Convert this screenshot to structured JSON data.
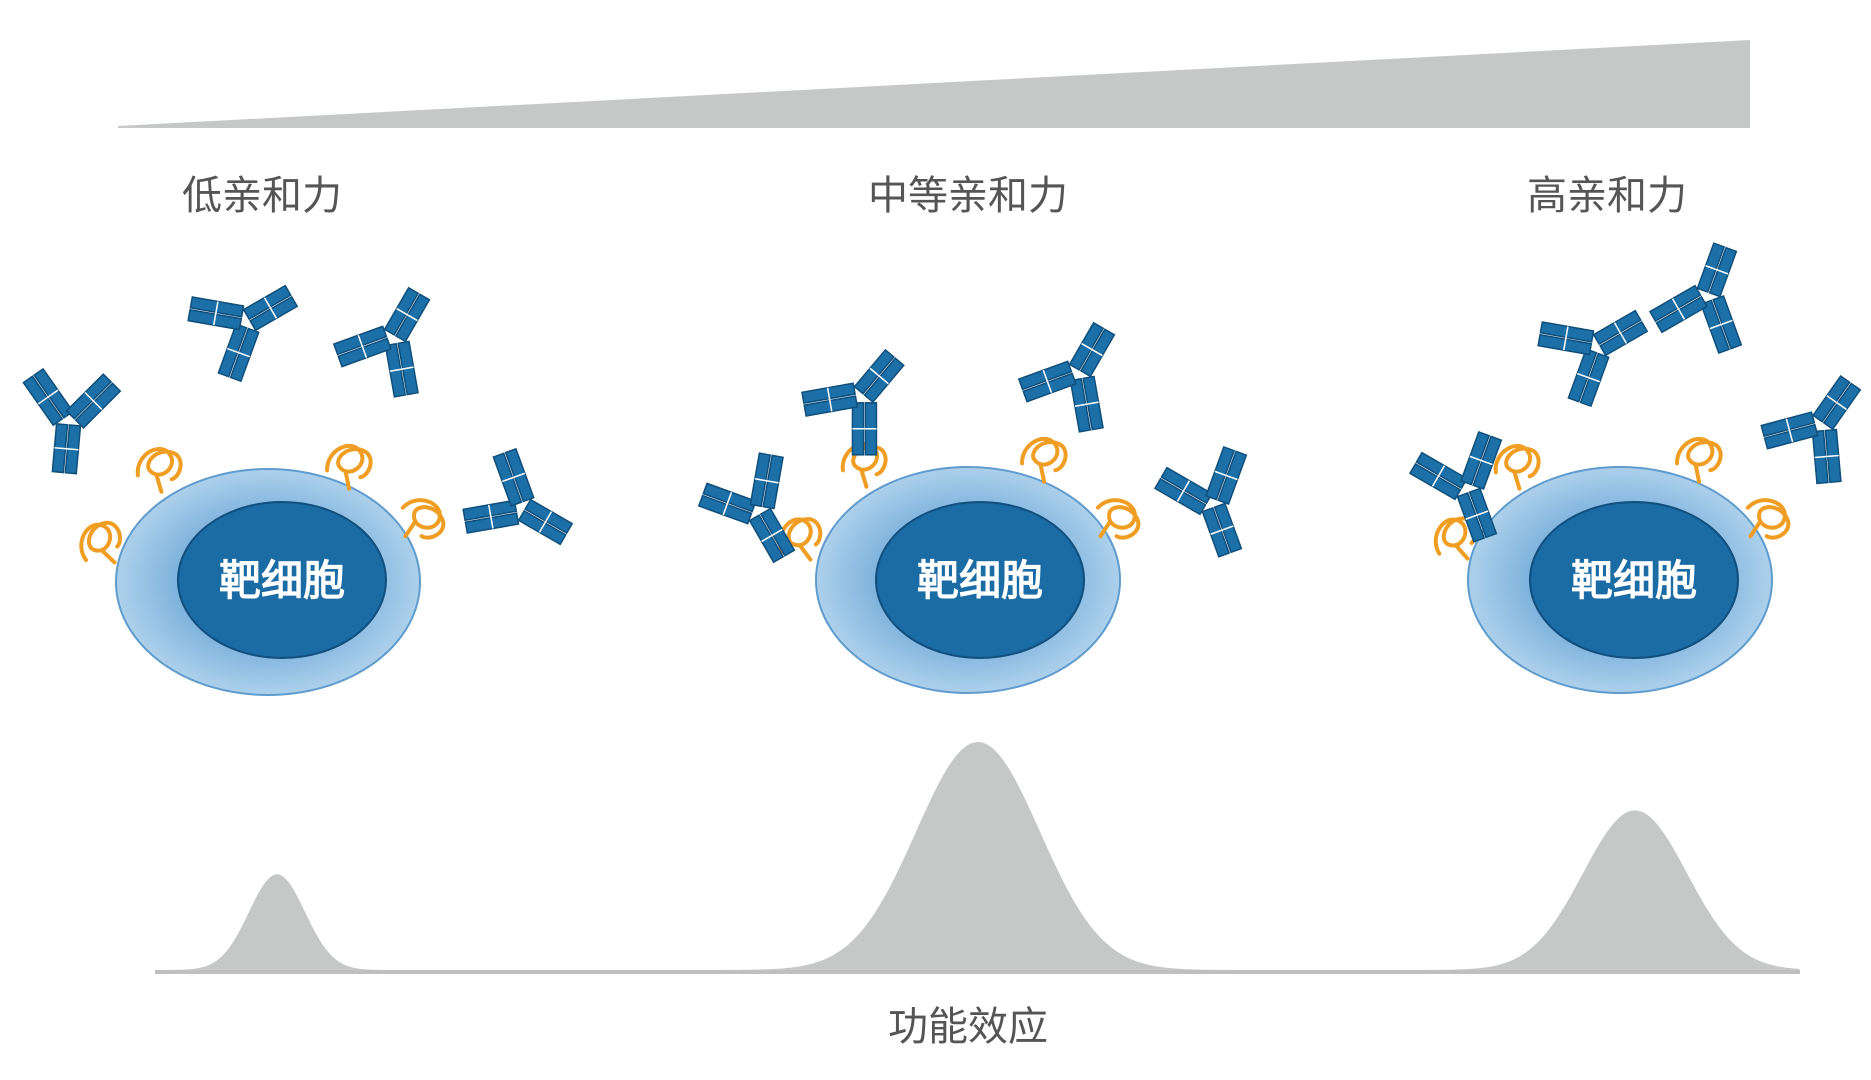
{
  "gradient_bar": {
    "direction": "increasing-left-to-right",
    "color": "#c6c7c7"
  },
  "panels": [
    {
      "id": "low",
      "label": "低亲和力",
      "cell_label": "靶细胞",
      "effect_level": 0.42
    },
    {
      "id": "mid",
      "label": "中等亲和力",
      "cell_label": "靶细胞",
      "effect_level": 1.0
    },
    {
      "id": "high",
      "label": "高亲和力",
      "cell_label": "靶细胞",
      "effect_level": 0.7
    }
  ],
  "axis": {
    "label": "功能效应"
  },
  "colors": {
    "antibody": "#1d6fa8",
    "antibody_outline": "#14507a",
    "antigen": "#f09e23",
    "cell_outer": "#a8cde9",
    "cell_outer_edge": "#6fa7d6",
    "cell_inner": "#1b6ba5",
    "effect_curve": "#c6c7c7",
    "baseline": "#bfbfbf"
  }
}
